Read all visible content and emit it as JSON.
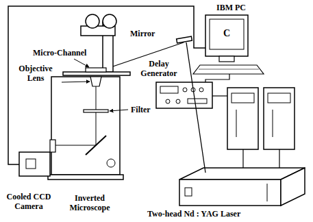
{
  "diagram": {
    "labels": [
      "IBM PC",
      "C",
      "Mirror",
      "Micro-Channel",
      "Delay Generator",
      "Objective Lens",
      "Filter",
      "Cooled CCD Camera",
      "Inverted Microscope",
      "Two-head Nd : YAG Laser"
    ]
  }
}
